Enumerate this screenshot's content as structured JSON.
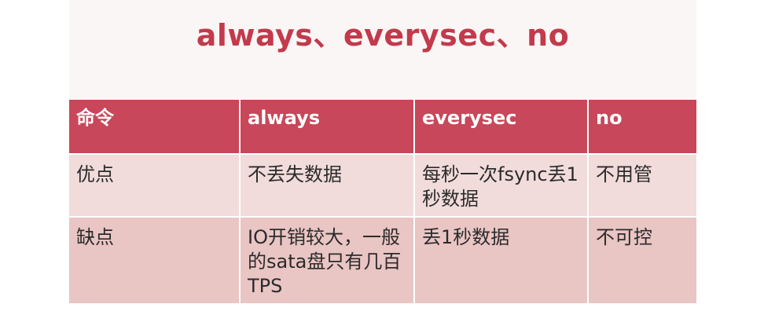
{
  "title": "always、everysec、no",
  "table": {
    "headers": [
      "命令",
      "always",
      "everysec",
      "no"
    ],
    "rows": [
      [
        "优点",
        "不丢失数据",
        "每秒一次fsync丢1秒数据",
        "不用管"
      ],
      [
        "缺点",
        "IO开销较大，一般的sata盘只有几百TPS",
        "丢1秒数据",
        "不可控"
      ]
    ]
  },
  "colors": {
    "title": "#c23a4b",
    "header_bg": "#c8475a",
    "row1_bg": "#f1dcdb",
    "row2_bg": "#e9c5c4"
  }
}
